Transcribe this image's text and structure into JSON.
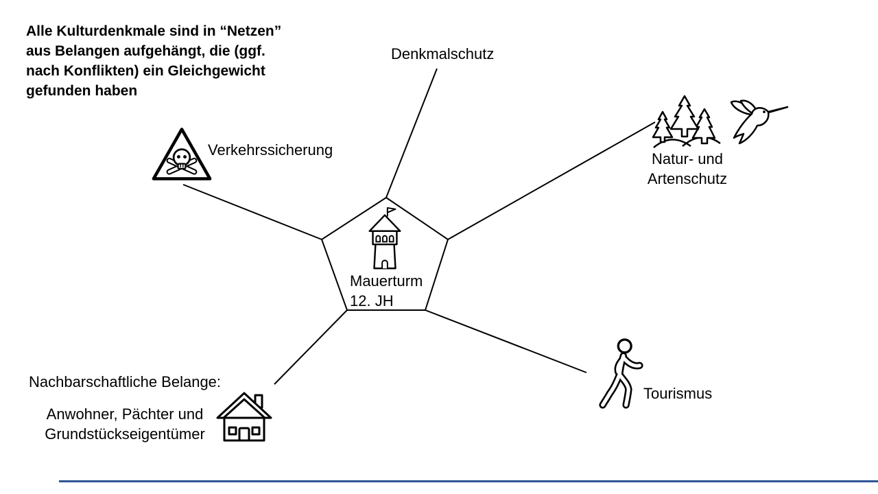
{
  "note": {
    "lines": [
      "Alle Kulturdenkmale sind in “Netzen”",
      "aus Belangen aufgehängt, die (ggf.",
      "nach Konflikten) ein Gleichgewicht",
      "gefunden haben"
    ]
  },
  "center": {
    "title": "Mauerturm",
    "subtitle": "12. JH",
    "icon": "tower-with-flag-icon"
  },
  "nodes": {
    "denkmalschutz": {
      "label": "Denkmalschutz"
    },
    "verkehrssicherung": {
      "label": "Verkehrssicherung",
      "icon": "skull-warning-triangle-icon"
    },
    "naturschutz": {
      "label_line1": "Natur- und",
      "label_line2": "Artenschutz",
      "icons": [
        "forest-icon",
        "hummingbird-icon"
      ]
    },
    "tourismus": {
      "label": "Tourismus",
      "icon": "walking-person-icon"
    },
    "nachbarschaft": {
      "heading": "Nachbarschaftliche Belange:",
      "line1": "Anwohner, Pächter und",
      "line2": "Grundstückseigentümer",
      "icon": "house-icon"
    }
  },
  "colors": {
    "stroke": "#000000",
    "text": "#000000",
    "footer_line": "#2E5395"
  }
}
